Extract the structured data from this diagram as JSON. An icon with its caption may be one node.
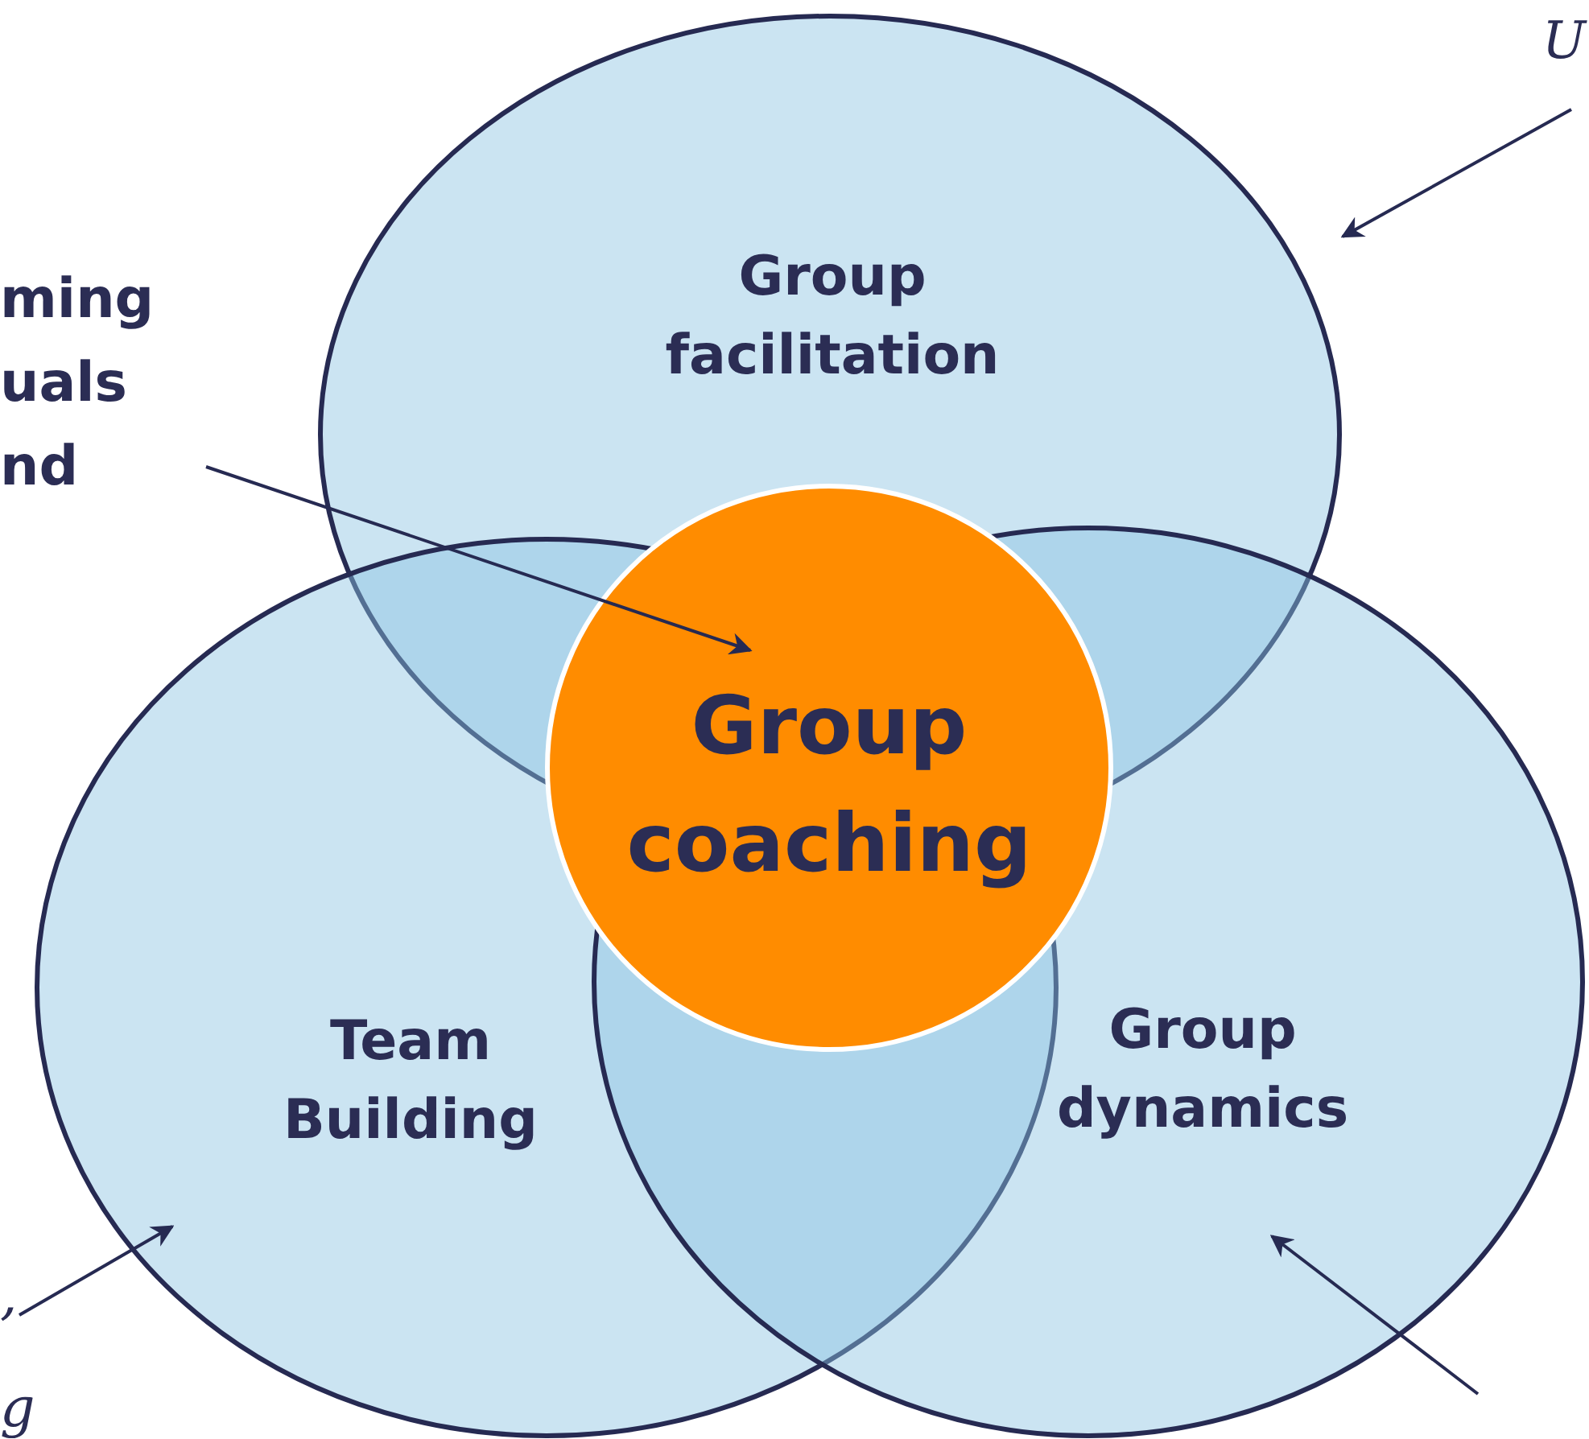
{
  "diagram": {
    "nodes": [
      {
        "text": [
          "ming uals nd"
        ]
      },
      {
        "text": [
          "U"
        ]
      },
      {
        "text": [
          "Group facilitation"
        ]
      },
      {
        "text": [
          "Team Building"
        ]
      },
      {
        "text": [
          "Group coaching"
        ]
      },
      {
        "text": [
          "Group dynamics"
        ]
      },
      {
        "text": [
          ", g"
        ]
      }
    ],
    "edges": [
      {
        "from": 0,
        "to": 4,
        "arrow": "to"
      },
      {
        "from": 1,
        "to": 2,
        "arrow": "to"
      },
      {
        "from": 6,
        "to": 3,
        "arrow": "to"
      },
      {
        "from": null,
        "to": 5,
        "arrow": "to"
      }
    ]
  }
}
